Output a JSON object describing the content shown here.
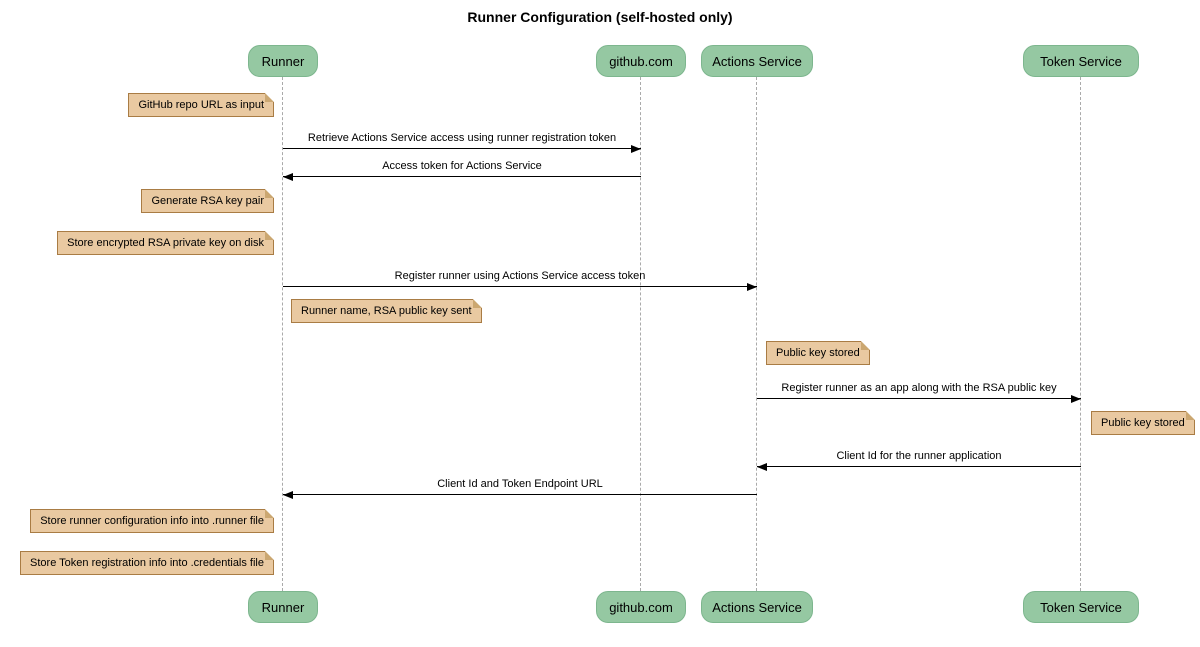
{
  "title": "Runner Configuration (self-hosted only)",
  "participants": [
    {
      "label": "Runner"
    },
    {
      "label": "github.com"
    },
    {
      "label": "Actions Service"
    },
    {
      "label": "Token Service"
    }
  ],
  "messages": [
    {
      "from": "Runner",
      "to": "github.com",
      "direction": "right",
      "label": "Retrieve Actions Service access using runner registration token"
    },
    {
      "from": "github.com",
      "to": "Runner",
      "direction": "left",
      "label": "Access token for Actions Service"
    },
    {
      "from": "Runner",
      "to": "Actions Service",
      "direction": "right",
      "label": "Register runner using Actions Service access token"
    },
    {
      "from": "Actions Service",
      "to": "Token Service",
      "direction": "right",
      "label": "Register runner as an app along with the RSA public key"
    },
    {
      "from": "Token Service",
      "to": "Actions Service",
      "direction": "left",
      "label": "Client Id for the runner application"
    },
    {
      "from": "Actions Service",
      "to": "Runner",
      "direction": "left",
      "label": "Client Id and Token Endpoint URL"
    }
  ],
  "notes": [
    {
      "anchor": "left of Runner",
      "text": "GitHub repo URL as input"
    },
    {
      "anchor": "left of Runner",
      "text": "Generate RSA key pair"
    },
    {
      "anchor": "left of Runner",
      "text": "Store encrypted RSA private key on disk"
    },
    {
      "anchor": "right of Runner",
      "text": "Runner name, RSA public key sent"
    },
    {
      "anchor": "right of Actions Service",
      "text": "Public key stored"
    },
    {
      "anchor": "right of Token Service",
      "text": "Public key stored"
    },
    {
      "anchor": "left of Runner",
      "text": "Store runner configuration info into .runner file"
    },
    {
      "anchor": "left of Runner",
      "text": "Store Token registration info into .credentials file"
    }
  ],
  "colors": {
    "participant_fill": "#95c8a2",
    "participant_border": "#7db68e",
    "note_fill": "#e9c9a1",
    "note_border": "#a97c44",
    "note_fold": "#cba771",
    "lifeline": "#aaaaaa",
    "arrow": "#000000",
    "text": "#000000",
    "bg": "#ffffff"
  }
}
